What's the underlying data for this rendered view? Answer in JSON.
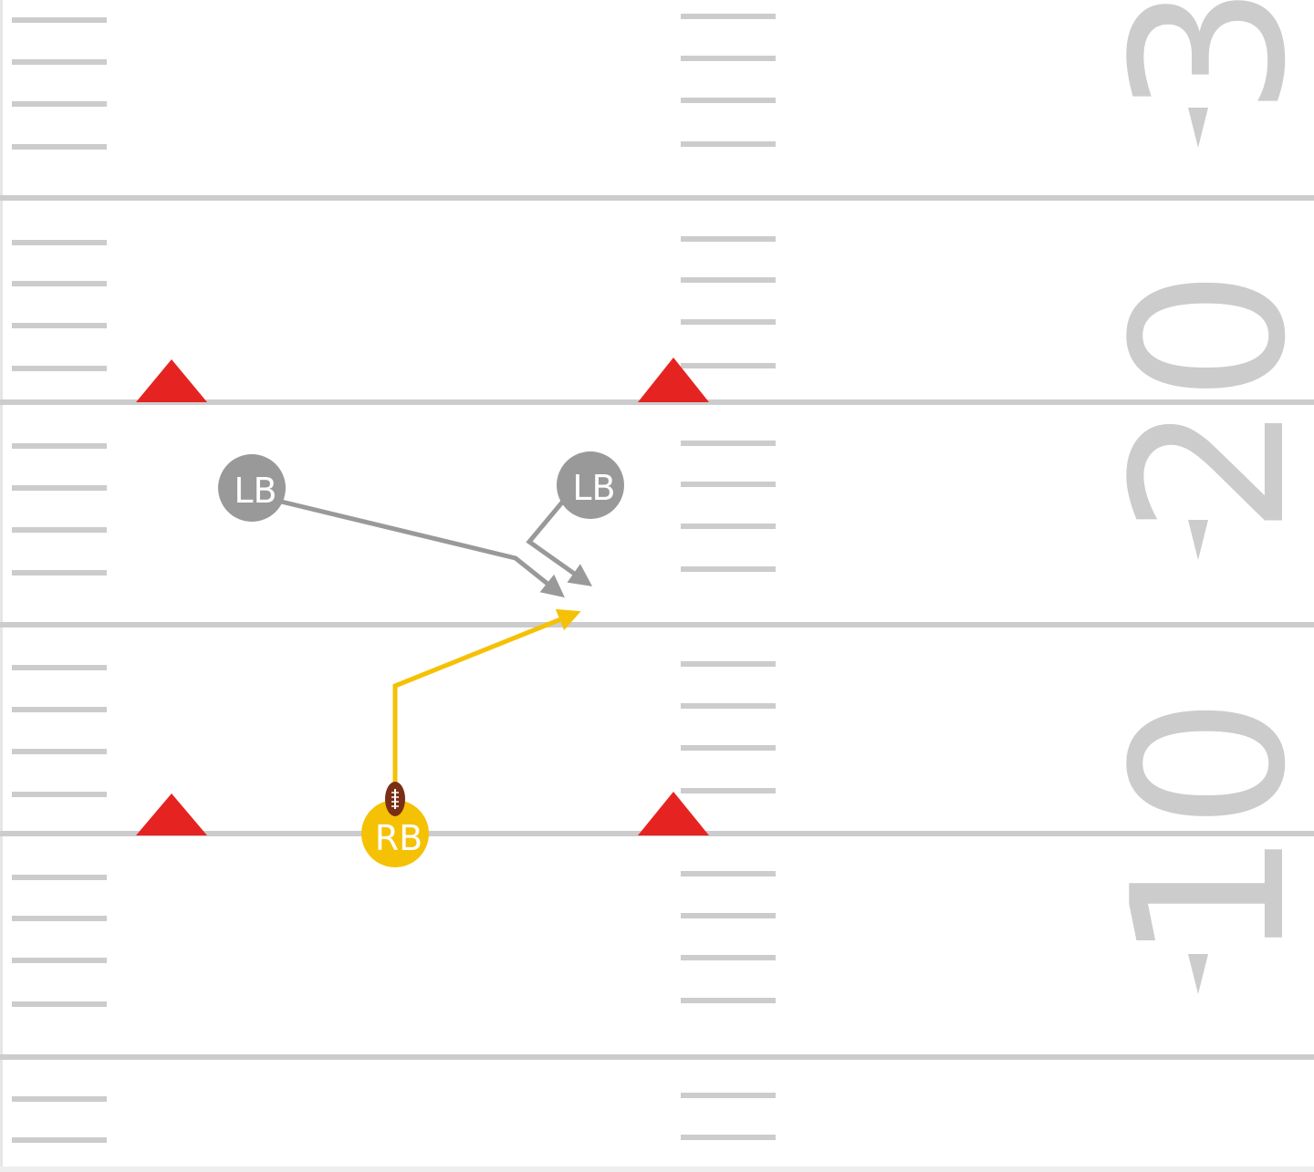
{
  "field": {
    "background": "#ffffff",
    "line_color": "#cccccc",
    "number_color": "#cccccc",
    "yard_numbers": [
      "3",
      "20",
      "10"
    ]
  },
  "players": [
    {
      "id": "lb-left",
      "label": "LB",
      "color": "#999999"
    },
    {
      "id": "lb-right",
      "label": "LB",
      "color": "#999999"
    },
    {
      "id": "rb",
      "label": "RB",
      "color": "#f5c105"
    }
  ],
  "cones": {
    "color": "#e52421",
    "count": 4
  },
  "routes": {
    "defense_color": "#999999",
    "offense_color": "#f5c105"
  },
  "football": {
    "icon": "football-icon",
    "color": "#7a2e16"
  }
}
